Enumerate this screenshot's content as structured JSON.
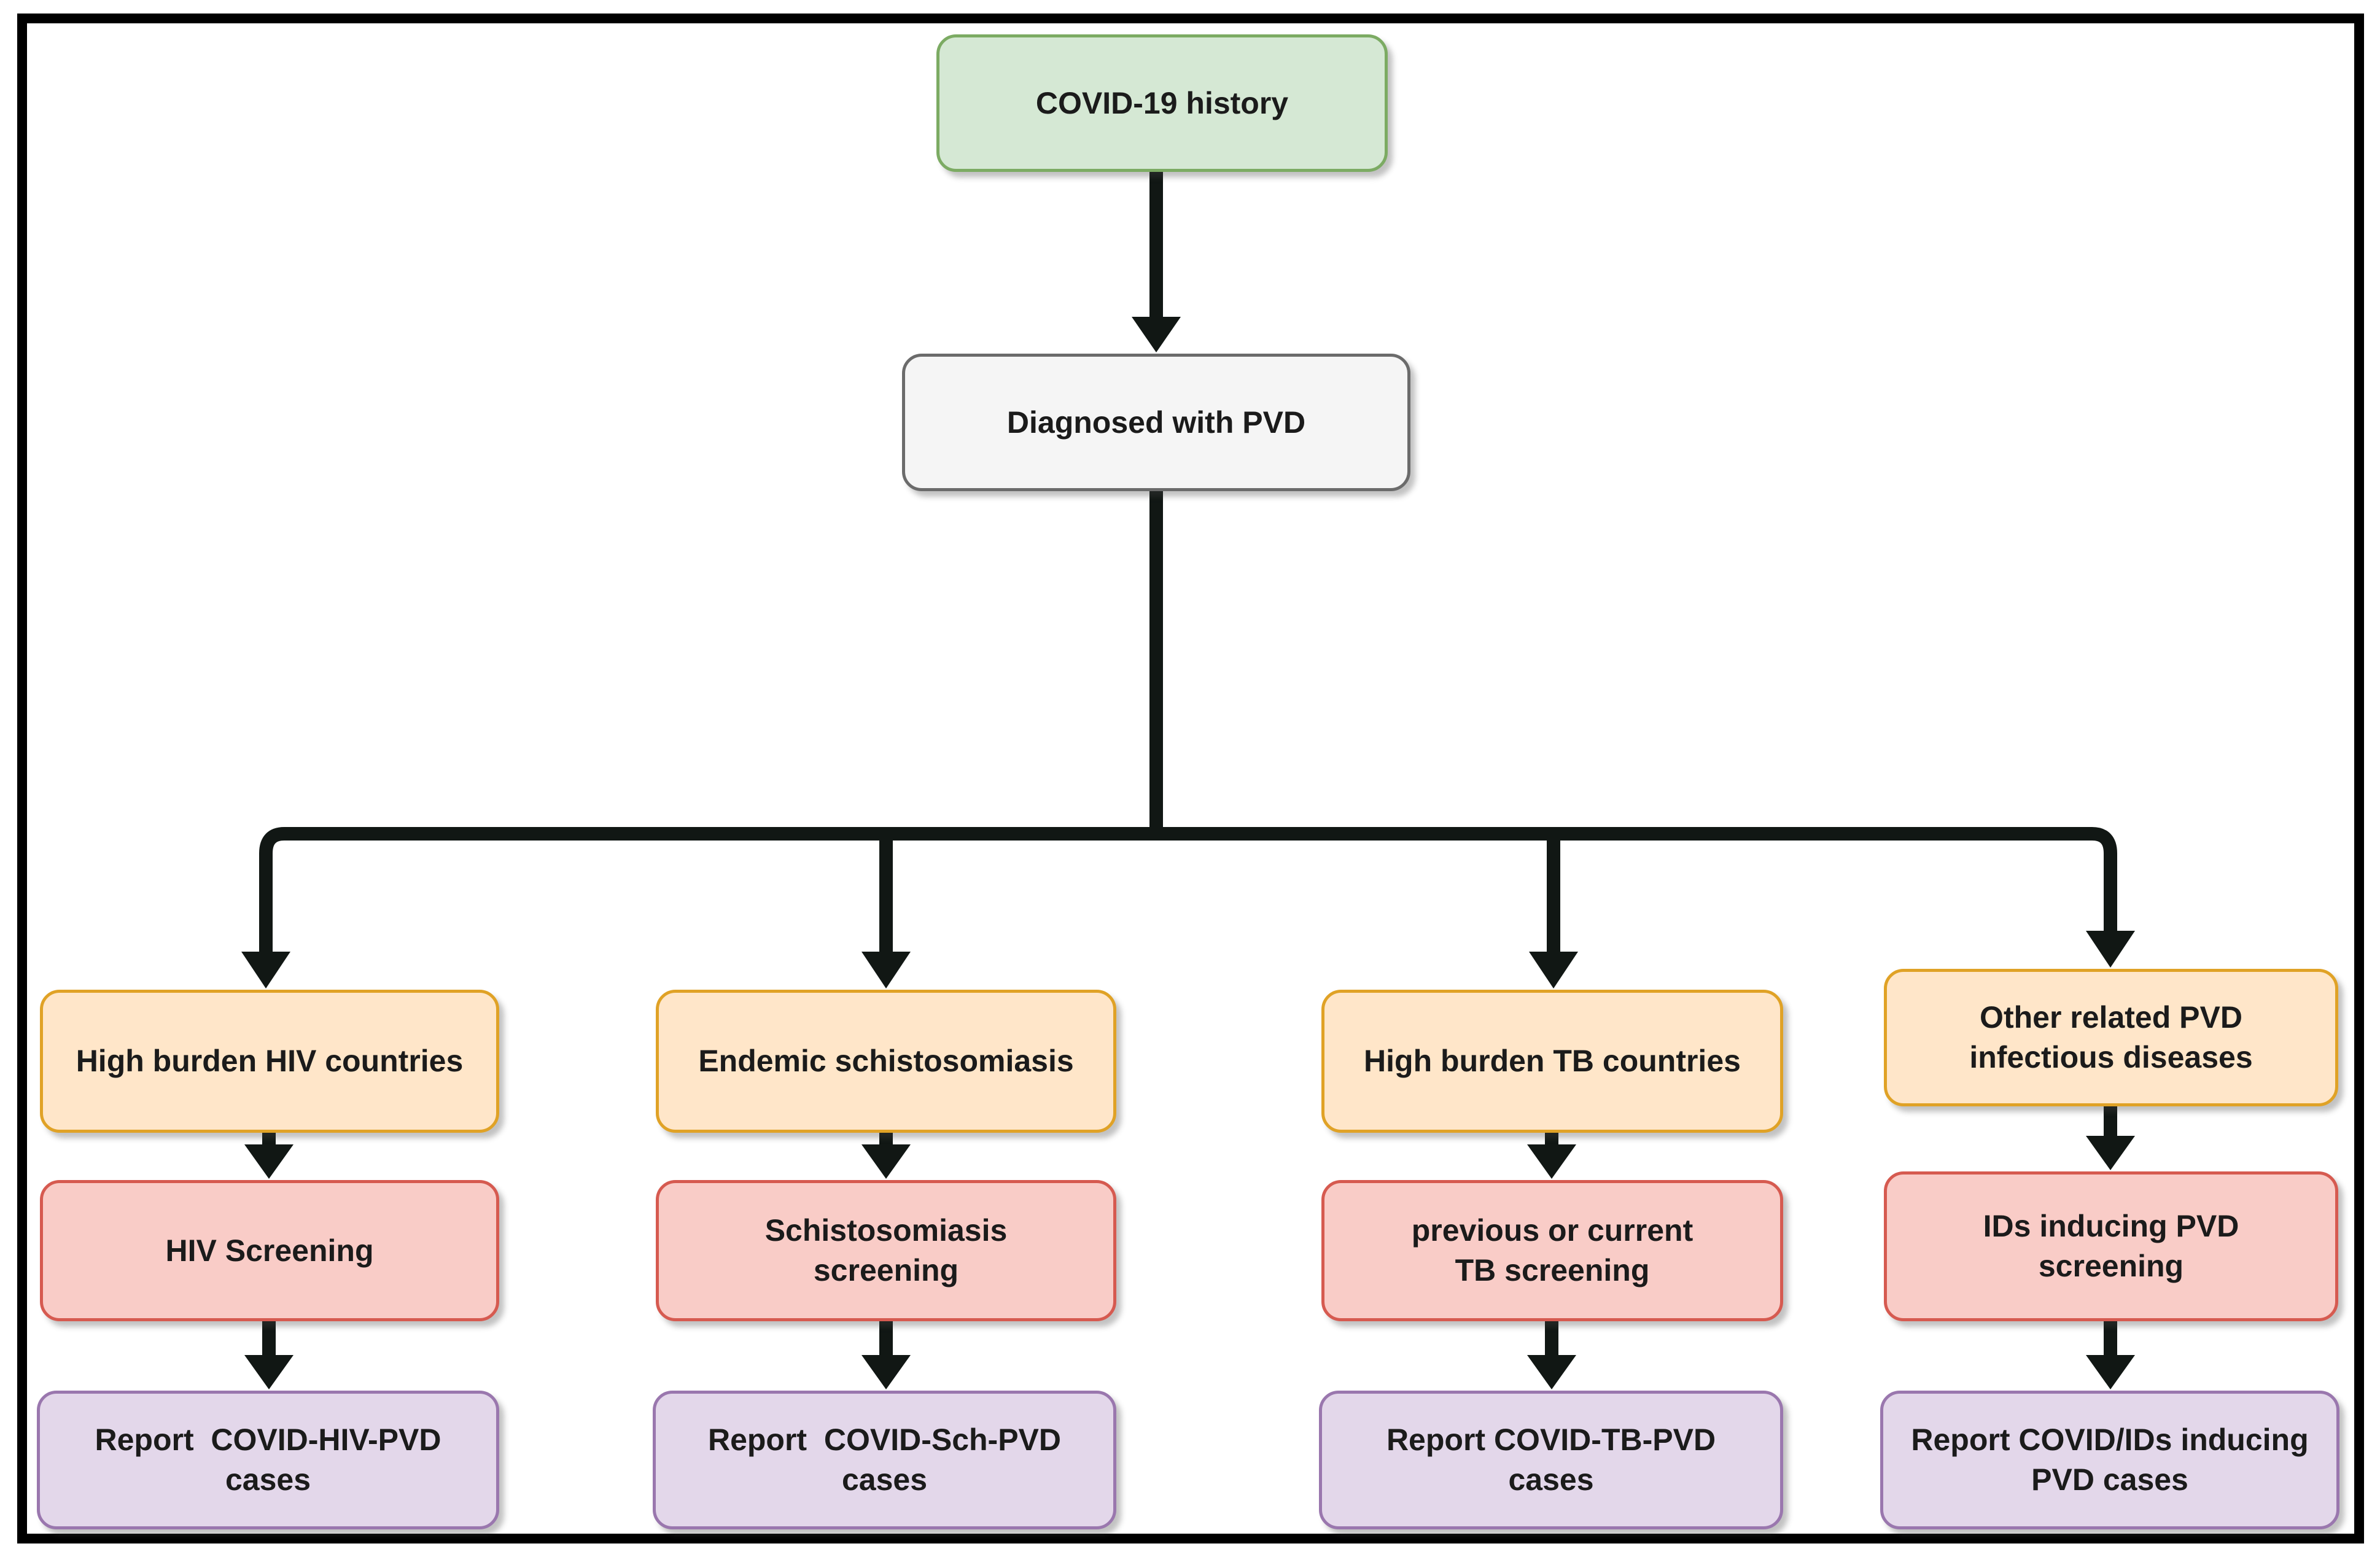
{
  "nodes": {
    "root": {
      "label": "COVID-19 history"
    },
    "diagnosed": {
      "label": "Diagnosed with PVD"
    }
  },
  "columns": [
    {
      "condition": "High burden HIV countries",
      "screening": "HIV Screening",
      "report": "Report  COVID-HIV-PVD\ncases"
    },
    {
      "condition": "Endemic schistosomiasis",
      "screening": "Schistosomiasis\nscreening",
      "report": "Report  COVID-Sch-PVD\ncases"
    },
    {
      "condition": "High burden TB countries",
      "screening": "previous or current\nTB screening",
      "report": "Report COVID-TB-PVD\ncases"
    },
    {
      "condition": "Other related PVD\ninfectious diseases",
      "screening": "IDs inducing PVD\nscreening",
      "report": "Report COVID/IDs inducing\nPVD cases"
    }
  ],
  "colors": {
    "green_fill": "#d5e8d4",
    "green_border": "#7cab63",
    "gray_fill": "#f5f5f5",
    "gray_border": "#6b6b6b",
    "orange_fill": "#ffe6c9",
    "orange_border": "#e0a226",
    "pink_fill": "#f9ccc7",
    "pink_border": "#d65a50",
    "purple_fill": "#e3d7ea",
    "purple_border": "#9a77ae",
    "connector": "#111714",
    "frame": "#000000",
    "text": "#1b1b1b",
    "background": "#ffffff"
  }
}
